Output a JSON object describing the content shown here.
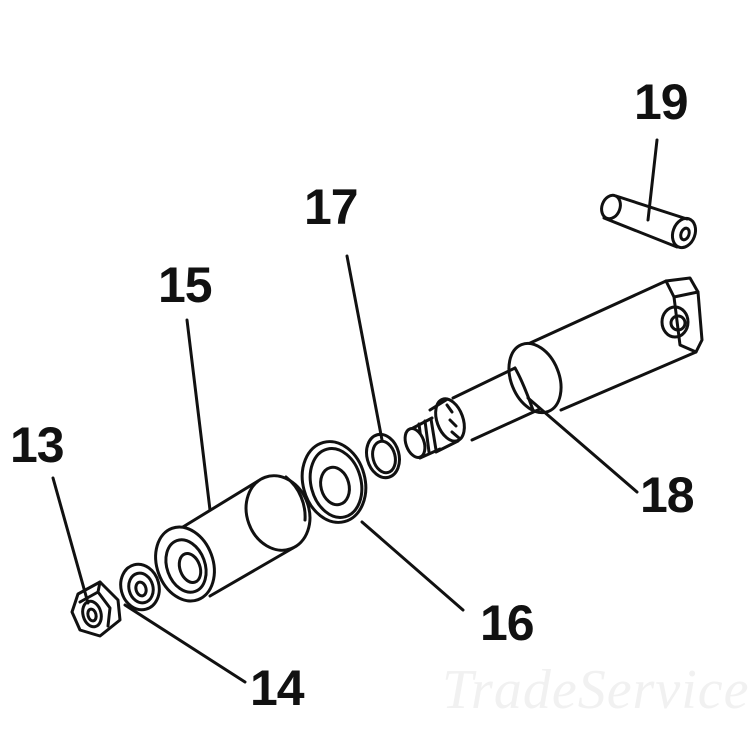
{
  "parts": [
    {
      "id": "13",
      "label": "13",
      "component": "nut"
    },
    {
      "id": "14",
      "label": "14",
      "component": "washer"
    },
    {
      "id": "15",
      "label": "15",
      "component": "sleeve"
    },
    {
      "id": "16",
      "label": "16",
      "component": "flat-washer"
    },
    {
      "id": "17",
      "label": "17",
      "component": "o-ring"
    },
    {
      "id": "18",
      "label": "18",
      "component": "shaft"
    },
    {
      "id": "19",
      "label": "19",
      "component": "pin"
    }
  ],
  "watermark": "TradeService",
  "colors": {
    "ink": "#111111",
    "background": "#ffffff",
    "watermark": "#f1f1f1"
  }
}
